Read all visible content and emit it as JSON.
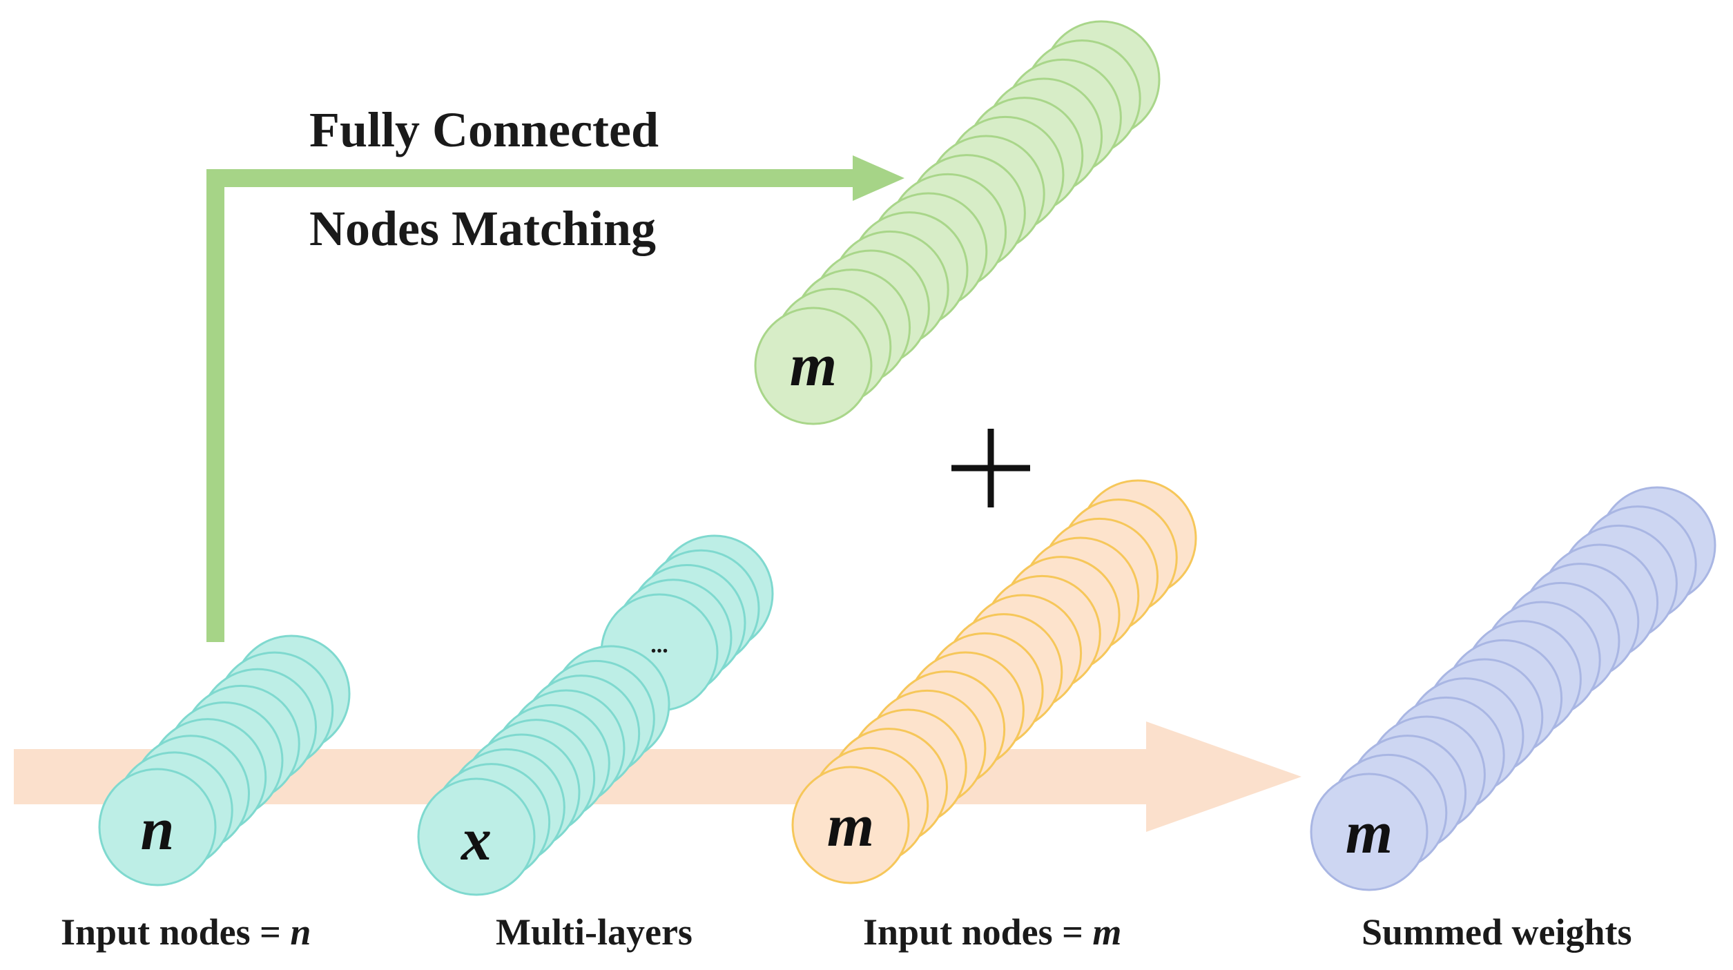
{
  "colors": {
    "cyan_fill": "#bdeee6",
    "cyan_stroke": "#7fd9cf",
    "green_fill": "#d7edc7",
    "green_stroke": "#a9d68a",
    "orange_fill": "#fde3cc",
    "orange_stroke": "#f6c75a",
    "blue_fill": "#cdd6f2",
    "blue_stroke": "#a9b6e3",
    "green_arrow": "#a6d487",
    "peach_arrow": "#fbe0cc"
  },
  "top_label": {
    "line1": "Fully Connected",
    "line2": "Nodes Matching"
  },
  "plus_symbol": "+",
  "ellipsis": "...",
  "stacks": [
    {
      "id": "input-n",
      "symbol": "n",
      "caption": "Input nodes = ",
      "caption_var": "n",
      "color": "cyan"
    },
    {
      "id": "multi-layers",
      "symbol": "x",
      "caption": "Multi-layers",
      "caption_var": "",
      "color": "cyan"
    },
    {
      "id": "input-m",
      "symbol": "m",
      "caption": "Input nodes = ",
      "caption_var": "m",
      "color": "orange"
    },
    {
      "id": "summed",
      "symbol": "m",
      "caption": "Summed weights",
      "caption_var": "",
      "color": "blue"
    },
    {
      "id": "fc-output",
      "symbol": "m",
      "caption": "",
      "caption_var": "",
      "color": "green"
    }
  ]
}
